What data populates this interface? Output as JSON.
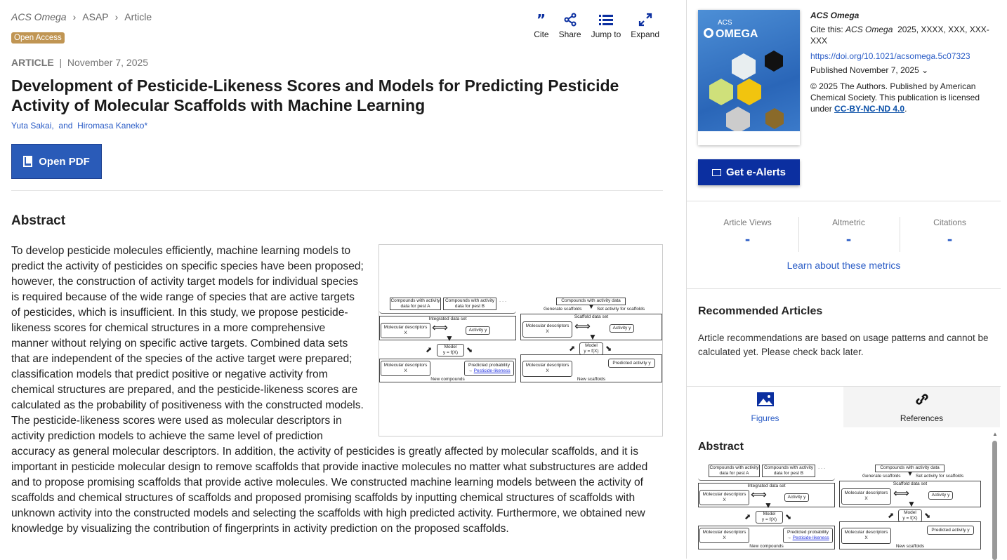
{
  "breadcrumb": {
    "journal": "ACS Omega",
    "section": "ASAP",
    "page": "Article"
  },
  "badge": "Open Access",
  "toolbar": {
    "cite": "Cite",
    "share": "Share",
    "jump": "Jump to",
    "expand": "Expand"
  },
  "meta": {
    "type": "ARTICLE",
    "sep": "|",
    "date": "November 7, 2025"
  },
  "title": "Development of Pesticide-Likeness Scores and Models for Predicting Pesticide Activity of Molecular Scaffolds with Machine Learning",
  "authors": {
    "a1": "Yuta Sakai,",
    "and": "and",
    "a2": "Hiromasa Kaneko*"
  },
  "open_pdf": "Open PDF",
  "abstract": {
    "heading": "Abstract",
    "text": "To develop pesticide molecules efficiently, machine learning models to predict the activity of pesticides on specific species have been proposed; however, the construction of activity target models for individual species is required because of the wide range of species that are active targets of pesticides, which is insufficient. In this study, we propose pesticide-likeness scores for chemical structures in a more comprehensive manner without relying on specific active targets. Combined data sets that are independent of the species of the active target were prepared; classification models that predict positive or negative activity from chemical structures are prepared, and the pesticide-likeness scores are calculated as the probability of positiveness with the constructed models. The pesticide-likeness scores were used as molecular descriptors in activity prediction models to achieve the same level of prediction accuracy as general molecular descriptors. In addition, the activity of pesticides is greatly affected by molecular scaffolds, and it is important in pesticide molecular design to remove scaffolds that provide inactive molecules no matter what substructures are added and to propose promising scaffolds that provide active molecules. We constructed machine learning models between the activity of scaffolds and chemical structures of scaffolds and proposed promising scaffolds by inputting chemical structures of scaffolds with unknown activity into the constructed models and selecting the scaffolds with high predicted activity. Furthermore, we obtained new knowledge by visualizing the contribution of fingerprints in activity prediction on the proposed scaffolds."
  },
  "figure": {
    "pestA": "Compounds with activity data for pest A",
    "pestB": "Compounds with activity data for pest B",
    "dots": "· · ·",
    "integrated": "Integrated data set",
    "moldesc": "Molecular descriptors",
    "x": "X",
    "activity": "Activity y",
    "model": "Model",
    "fx": "y = f(X)",
    "predprob": "Predicted probability",
    "arrow": "→",
    "pl": "Pesticide-likeness",
    "newcomp": "New compounds",
    "withact": "Compounds with activity data",
    "gen": "Generate scaffolds",
    "set": "Set activity for scaffolds",
    "scaffold": "Scaffold data set",
    "predact": "Predicted activity y",
    "newscaf": "New scaffolds"
  },
  "sidebar": {
    "cover": {
      "acs": "ACS",
      "omega": "OMEGA"
    },
    "journal": "ACS Omega",
    "cite_label": "Cite this:",
    "cite_journal": "ACS Omega",
    "cite_rest": "2025, XXXX, XXX, XXX-XXX",
    "doi": "https://doi.org/10.1021/acsomega.5c07323",
    "published": "Published November 7, 2025",
    "copyright": "© 2025 The Authors. Published by American Chemical Society. This publication is licensed under",
    "license": "CC-BY-NC-ND 4.0",
    "period": ".",
    "alerts": "Get e-Alerts",
    "metrics": [
      {
        "label": "Article Views",
        "value": "-"
      },
      {
        "label": "Altmetric",
        "value": "-"
      },
      {
        "label": "Citations",
        "value": "-"
      }
    ],
    "learn": "Learn about these metrics",
    "rec_heading": "Recommended Articles",
    "rec_text": "Article recommendations are based on usage patterns and cannot be calculated yet. Please check back later.",
    "tabs": {
      "figures": "Figures",
      "references": "References"
    },
    "abstract_heading": "Abstract"
  },
  "colors": {
    "accent": "#2a5bb8",
    "alerts": "#0b2fa0",
    "badge": "#c09553",
    "link": "#2a5cc6"
  }
}
